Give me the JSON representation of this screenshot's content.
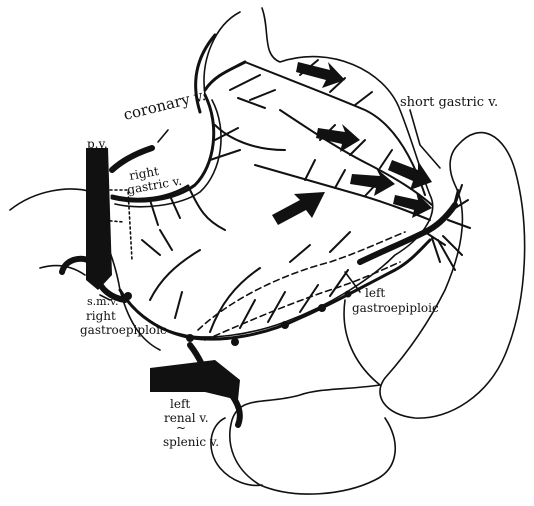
{
  "labels": {
    "coronary": "coronary v.",
    "pv": "p.v.",
    "right_gastric": [
      "right",
      "gastric v."
    ],
    "short_gastric": "short gastric v.",
    "left_gastroepiploic": [
      "left",
      "gastroepiploic"
    ],
    "smv": "s.m.v.",
    "right_gastroepiploic": [
      "right",
      "gastroepiploic"
    ],
    "left_renal": [
      "left",
      "renal v."
    ],
    "splenic": [
      "~",
      "splenic v."
    ]
  },
  "colors": {
    "ink": "#111111",
    "paper": "#ffffff"
  }
}
